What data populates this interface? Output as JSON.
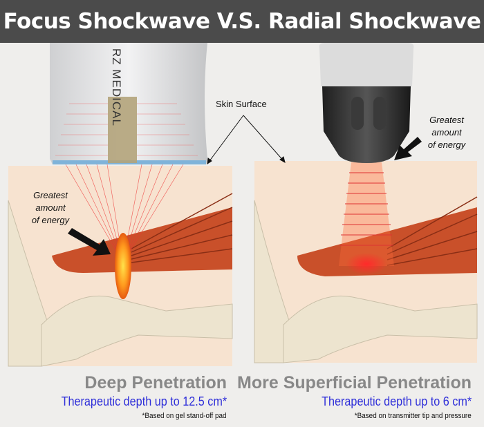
{
  "title": "Focus Shockwave V.S. Radial Shockwave",
  "device_brand": "RZ MEDICAL",
  "skin_surface_label": "Skin Surface",
  "left": {
    "energy_label": [
      "Greatest",
      "amount",
      "of energy"
    ],
    "heading": "Deep Penetration",
    "depth": "Therapeutic depth up to 12.5 cm*",
    "note": "*Based on gel stand-off pad"
  },
  "right": {
    "energy_label": [
      "Greatest",
      "amount",
      "of energy"
    ],
    "heading": "More Superficial Penetration",
    "depth": "Therapeutic depth up to 6 cm*",
    "note": "*Based on transmitter tip and pressure"
  },
  "colors": {
    "title_bg": "#4b4b4b",
    "skin": "#f7e3d0",
    "muscle": "#c9502a",
    "bone": "#ede4cf",
    "depth_text": "#2f2fd9"
  }
}
